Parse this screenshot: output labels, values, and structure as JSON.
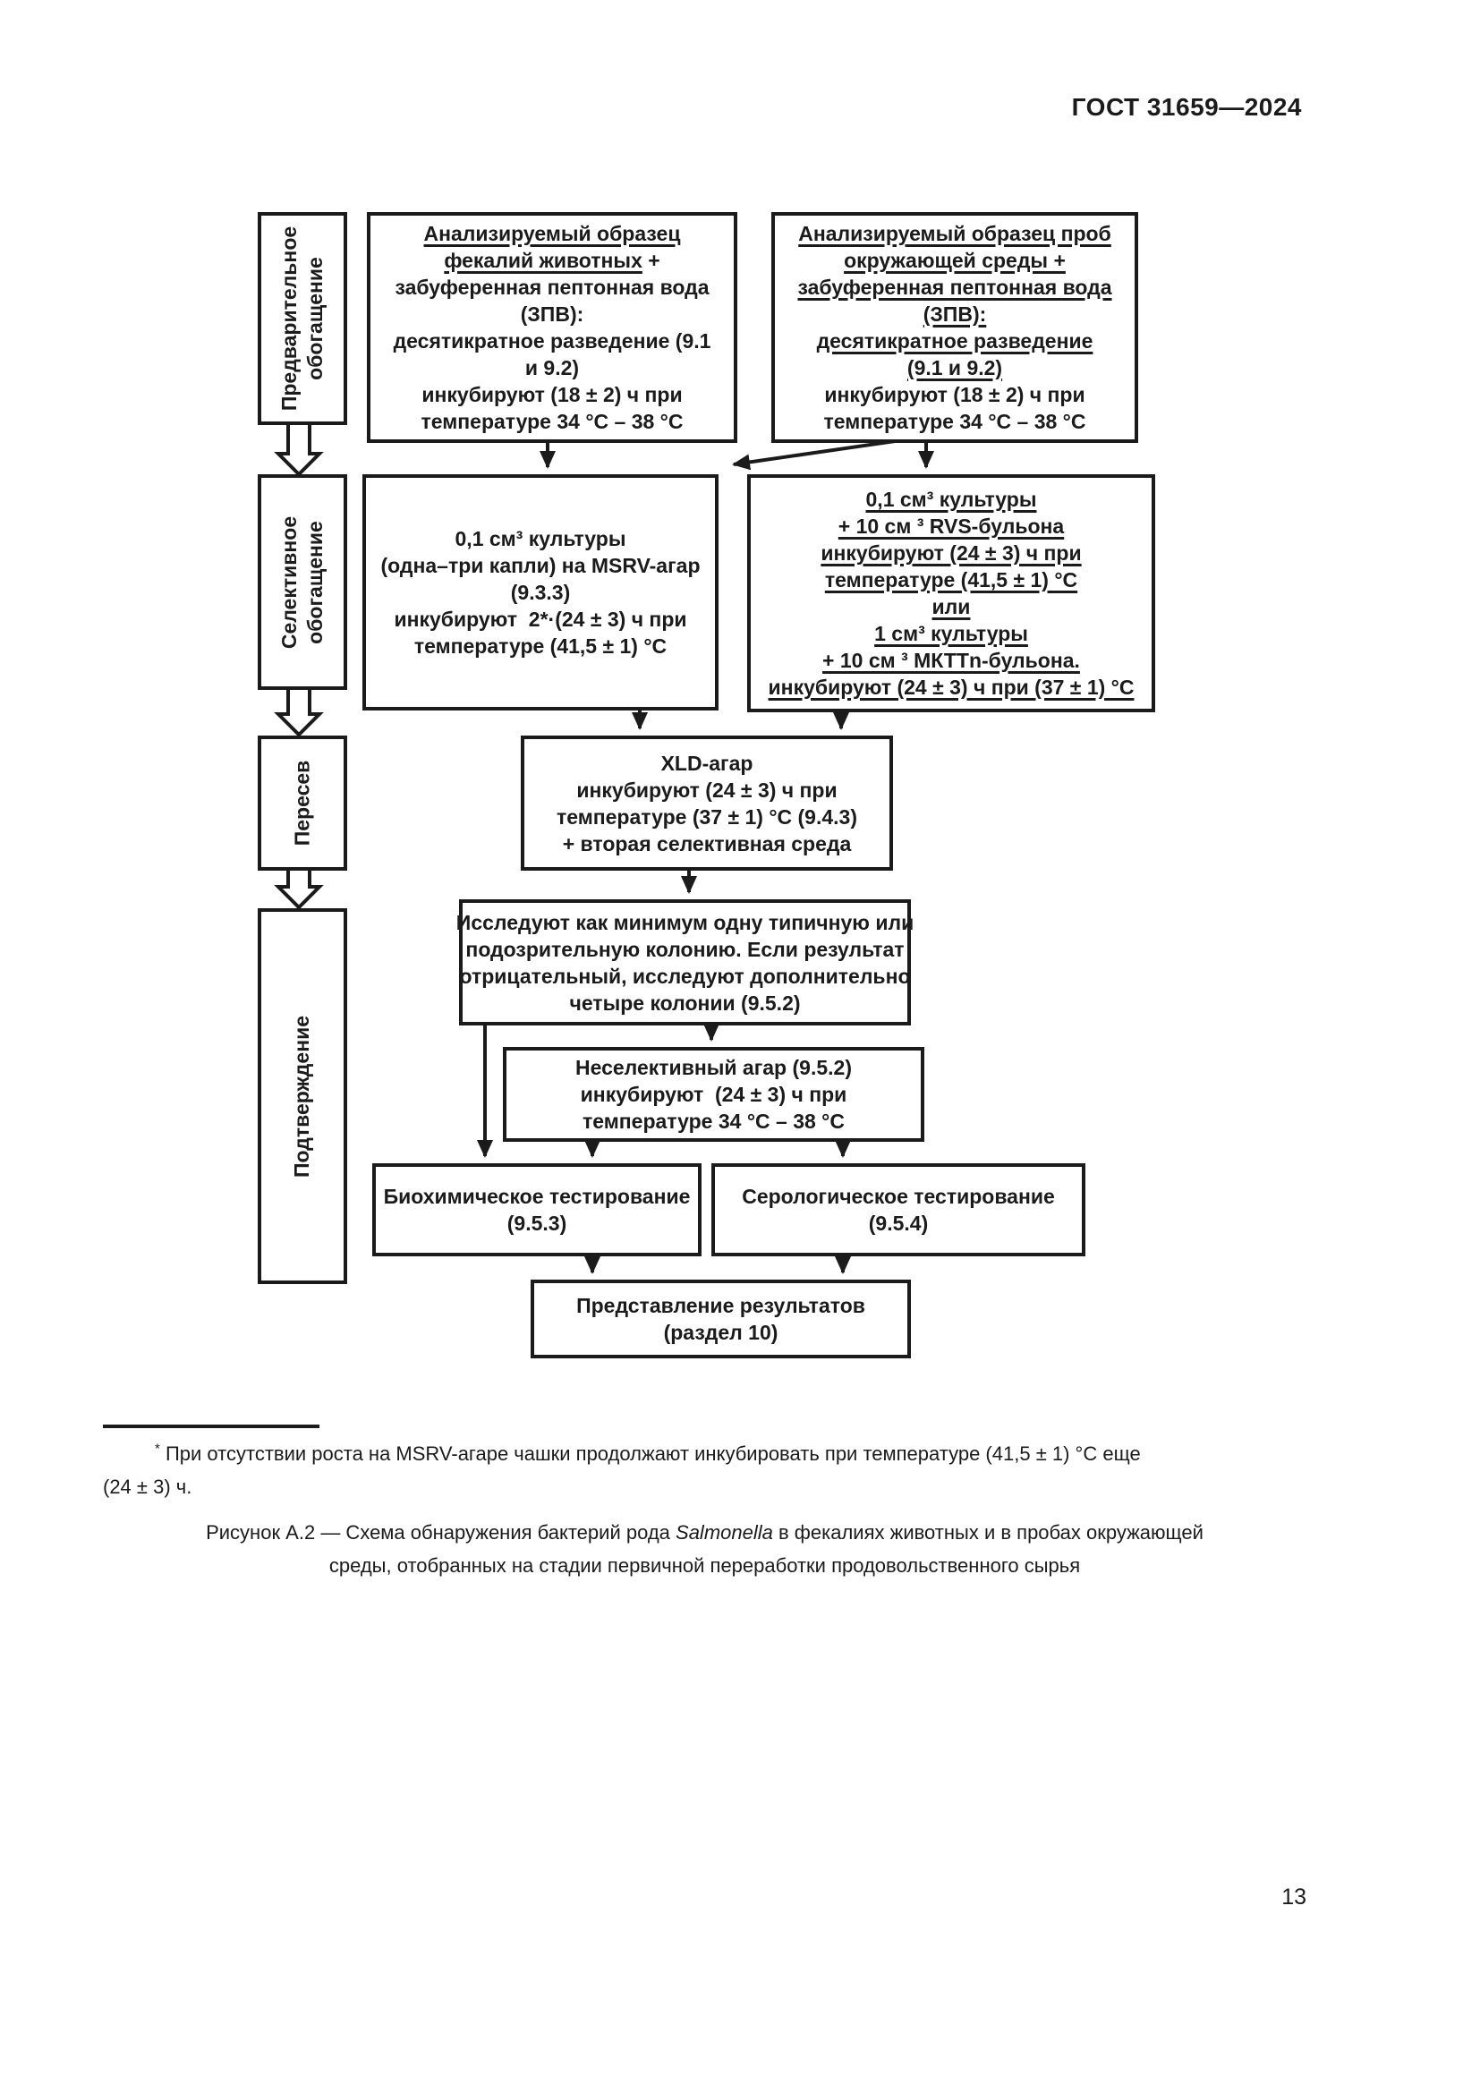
{
  "page": {
    "header": "ГОСТ 31659—2024",
    "number": "13"
  },
  "stages": {
    "preliminary_enrichment": "Предварительное\nобогащение",
    "selective_enrichment": "Селективное\nобогащение",
    "subculture": "Пересев",
    "confirmation": "Подтверждение"
  },
  "flowchart": {
    "boxes": {
      "sample_feces": {
        "lines": [
          {
            "text": "Анализируемый образец",
            "u": true
          },
          {
            "text": "фекалий животных",
            "u": true,
            "suffix": " +"
          },
          {
            "text": "забуференная пептонная вода"
          },
          {
            "text": "(ЗПВ):"
          },
          {
            "text": "десятикратное разведение (9.1"
          },
          {
            "text": "и 9.2)"
          },
          {
            "text": "инкубируют (18 ± 2) ч при"
          },
          {
            "text": "температуре 34 °С – 38 °С"
          }
        ]
      },
      "sample_environment": {
        "lines": [
          {
            "text": "Анализируемый образец проб",
            "u": true
          },
          {
            "text": "окружающей среды +",
            "u": true
          },
          {
            "text": "забуференная пептонная вода",
            "u": true
          },
          {
            "text": "(ЗПВ):",
            "u": true
          },
          {
            "text": "десятикратное разведение",
            "u": true
          },
          {
            "text": "(9.1 и 9.2)",
            "u": true
          },
          {
            "text": "инкубируют (18 ± 2) ч при"
          },
          {
            "text": "температуре 34 °С – 38 °С"
          }
        ]
      },
      "msrv_agar": {
        "lines": [
          {
            "text": "0,1 см³ культуры"
          },
          {
            "text": "(одна–три капли) на MSRV-агар"
          },
          {
            "text": "(9.3.3)"
          },
          {
            "text": "инкубируют  2*·(24 ± 3) ч при"
          },
          {
            "text": "температуре (41,5 ± 1) °С"
          }
        ]
      },
      "rvs_mkttn_broth": {
        "lines": [
          {
            "text": "0,1 см³ культуры",
            "u": true
          },
          {
            "text": "+ 10 см ³ RVS-бульона",
            "u": true
          },
          {
            "text": "инкубируют (24 ± 3) ч при",
            "u": true
          },
          {
            "text": "температуре (41,5 ± 1) °С",
            "u": true
          },
          {
            "text": "или",
            "u": true
          },
          {
            "text": "1 см³ культуры",
            "u": true
          },
          {
            "text": "+ 10 см ³ МКТТn-бульона.",
            "u": true
          },
          {
            "text": "инкубируют (24 ± 3) ч при (37 ± 1) °С",
            "u": true
          }
        ]
      },
      "xld_agar": {
        "lines": [
          {
            "text": "XLD-агар"
          },
          {
            "text": "инкубируют (24 ± 3) ч при"
          },
          {
            "text": "температуре (37 ± 1) °С (9.4.3)"
          },
          {
            "text": "+ вторая селективная среда"
          }
        ]
      },
      "examine_colonies": {
        "lines": [
          {
            "text": "Исследуют как минимум одну типичную или"
          },
          {
            "text": "подозрительную колонию. Если результат"
          },
          {
            "text": "отрицательный, исследуют дополнительно"
          },
          {
            "text": "четыре колонии (9.5.2)"
          }
        ]
      },
      "nonselective_agar": {
        "lines": [
          {
            "text": "Неселективный агар (9.5.2)"
          },
          {
            "text": "инкубируют  (24 ± 3) ч при"
          },
          {
            "text": "температуре 34 °С – 38 °С"
          }
        ]
      },
      "biochemical_testing": {
        "lines": [
          {
            "text": "Биохимическое тестирование"
          },
          {
            "text": "(9.5.3)"
          }
        ]
      },
      "serological_testing": {
        "lines": [
          {
            "text": "Серологическое тестирование"
          },
          {
            "text": "(9.5.4)"
          }
        ]
      },
      "results_presentation": {
        "lines": [
          {
            "text": "Представление результатов"
          },
          {
            "text": "(раздел 10)"
          }
        ]
      }
    }
  },
  "footnote": {
    "marker": "*",
    "line1": " При отсутствии роста на MSRV-агаре чашки продолжают инкубировать при температуре (41,5 ± 1) °С еще",
    "line2": "(24 ± 3) ч."
  },
  "caption": {
    "line1_pre": "Рисунок А.2 — Схема обнаружения бактерий рода ",
    "line1_italic": "Salmonella",
    "line1_post": " в фекалиях животных и в пробах окружающей",
    "line2": "среды, отобранных на стадии первичной переработки продовольственного сырья"
  },
  "colors": {
    "ink": "#1b1b1b",
    "paper": "#ffffff"
  }
}
